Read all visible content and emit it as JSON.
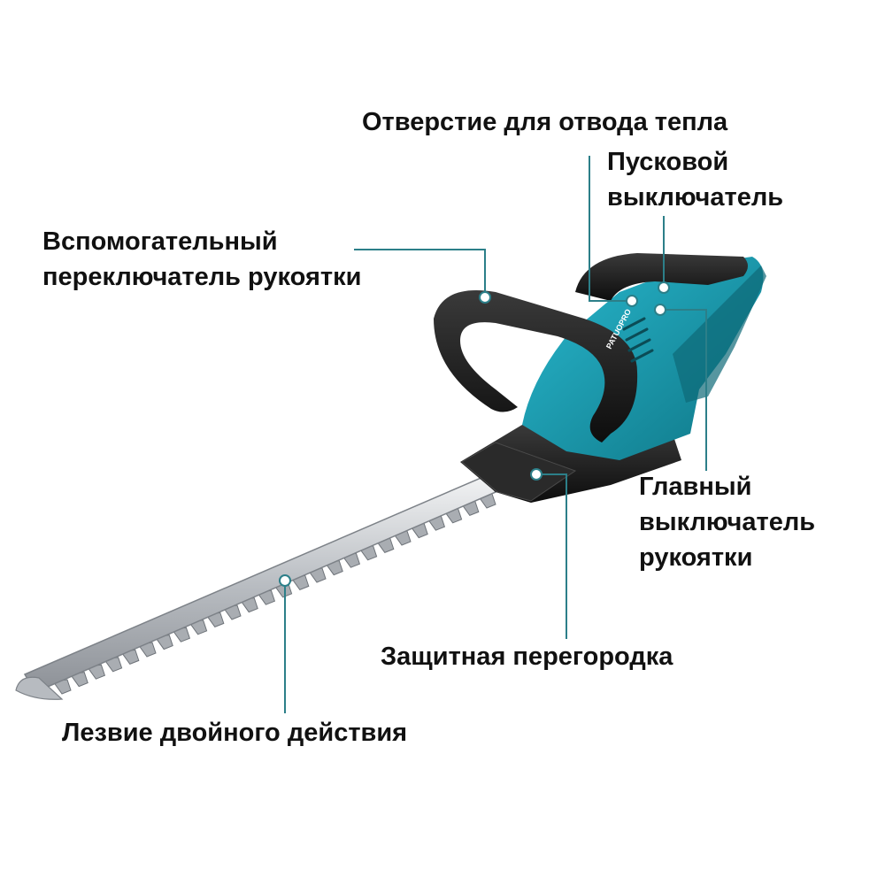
{
  "colors": {
    "body_teal": "#1aa3b8",
    "body_teal_dark": "#0f6f7f",
    "handle_black": "#1b1b1b",
    "blade_silver": "#c9ccd0",
    "leader_line": "#2c7f89",
    "text": "#111111"
  },
  "brand": "PATUOPRO",
  "labels": {
    "heat_vent": "Отверстие для отвода тепла",
    "trigger_switch": [
      "Пусковой",
      "выключатель"
    ],
    "aux_handle_switch": [
      "Вспомогательный",
      "переключатель рукоятки"
    ],
    "main_handle_switch": [
      "Главный",
      "выключатель",
      "рукоятки"
    ],
    "guard": "Защитная перегородка",
    "blade": "Лезвие двойного действия"
  }
}
